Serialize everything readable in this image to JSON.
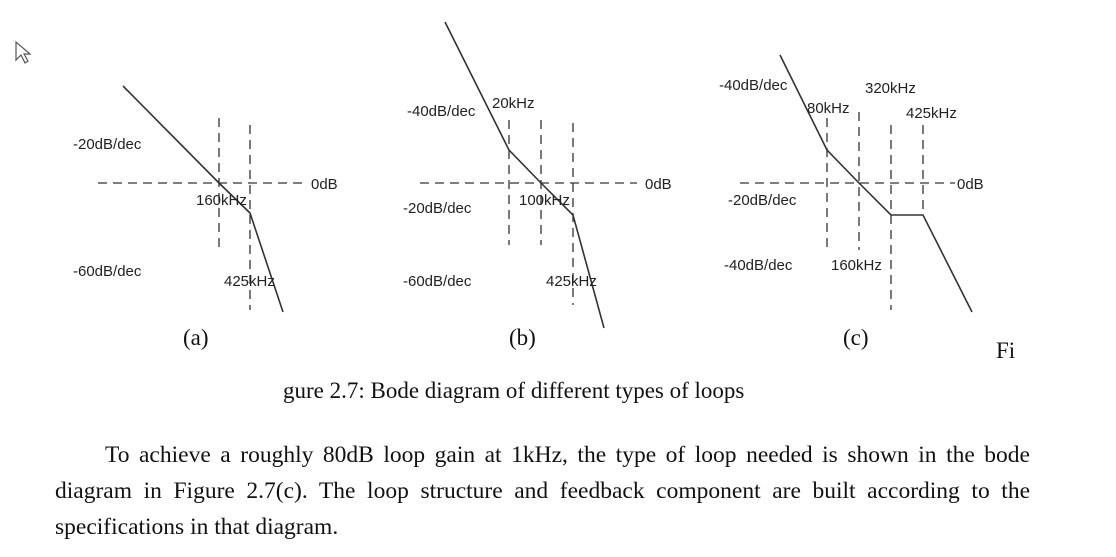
{
  "figure": {
    "panels": [
      {
        "id": "a",
        "label": "(a)",
        "texts": {
          "slope_top": "-20dB/dec",
          "slope_bottom": "-60dB/dec",
          "odb": "0dB",
          "freq1": "160kHz",
          "freq2": "425kHz"
        }
      },
      {
        "id": "b",
        "label": "(b)",
        "texts": {
          "slope_top": "-40dB/dec",
          "slope_mid": "-20dB/dec",
          "slope_bottom": "-60dB/dec",
          "odb": "0dB",
          "freq_top": "20kHz",
          "freq_mid": "100kHz",
          "freq_bottom": "425kHz"
        }
      },
      {
        "id": "c",
        "label": "(c)",
        "texts": {
          "slope_top": "-40dB/dec",
          "slope_mid": "-20dB/dec",
          "slope_bottom": "-40dB/dec",
          "odb": "0dB",
          "freq_80": "80kHz",
          "freq_320": "320kHz",
          "freq_425": "425kHz",
          "freq_160": "160kHz"
        }
      }
    ],
    "caption_prefix": "Fi",
    "caption": "gure 2.7: Bode diagram of different types of loops"
  },
  "paragraph": "To achieve a roughly 80dB loop gain at 1kHz, the type of loop needed is shown in the bode diagram in Figure 2.7(c). The loop structure and feedback component are built according to the specifications in that diagram."
}
